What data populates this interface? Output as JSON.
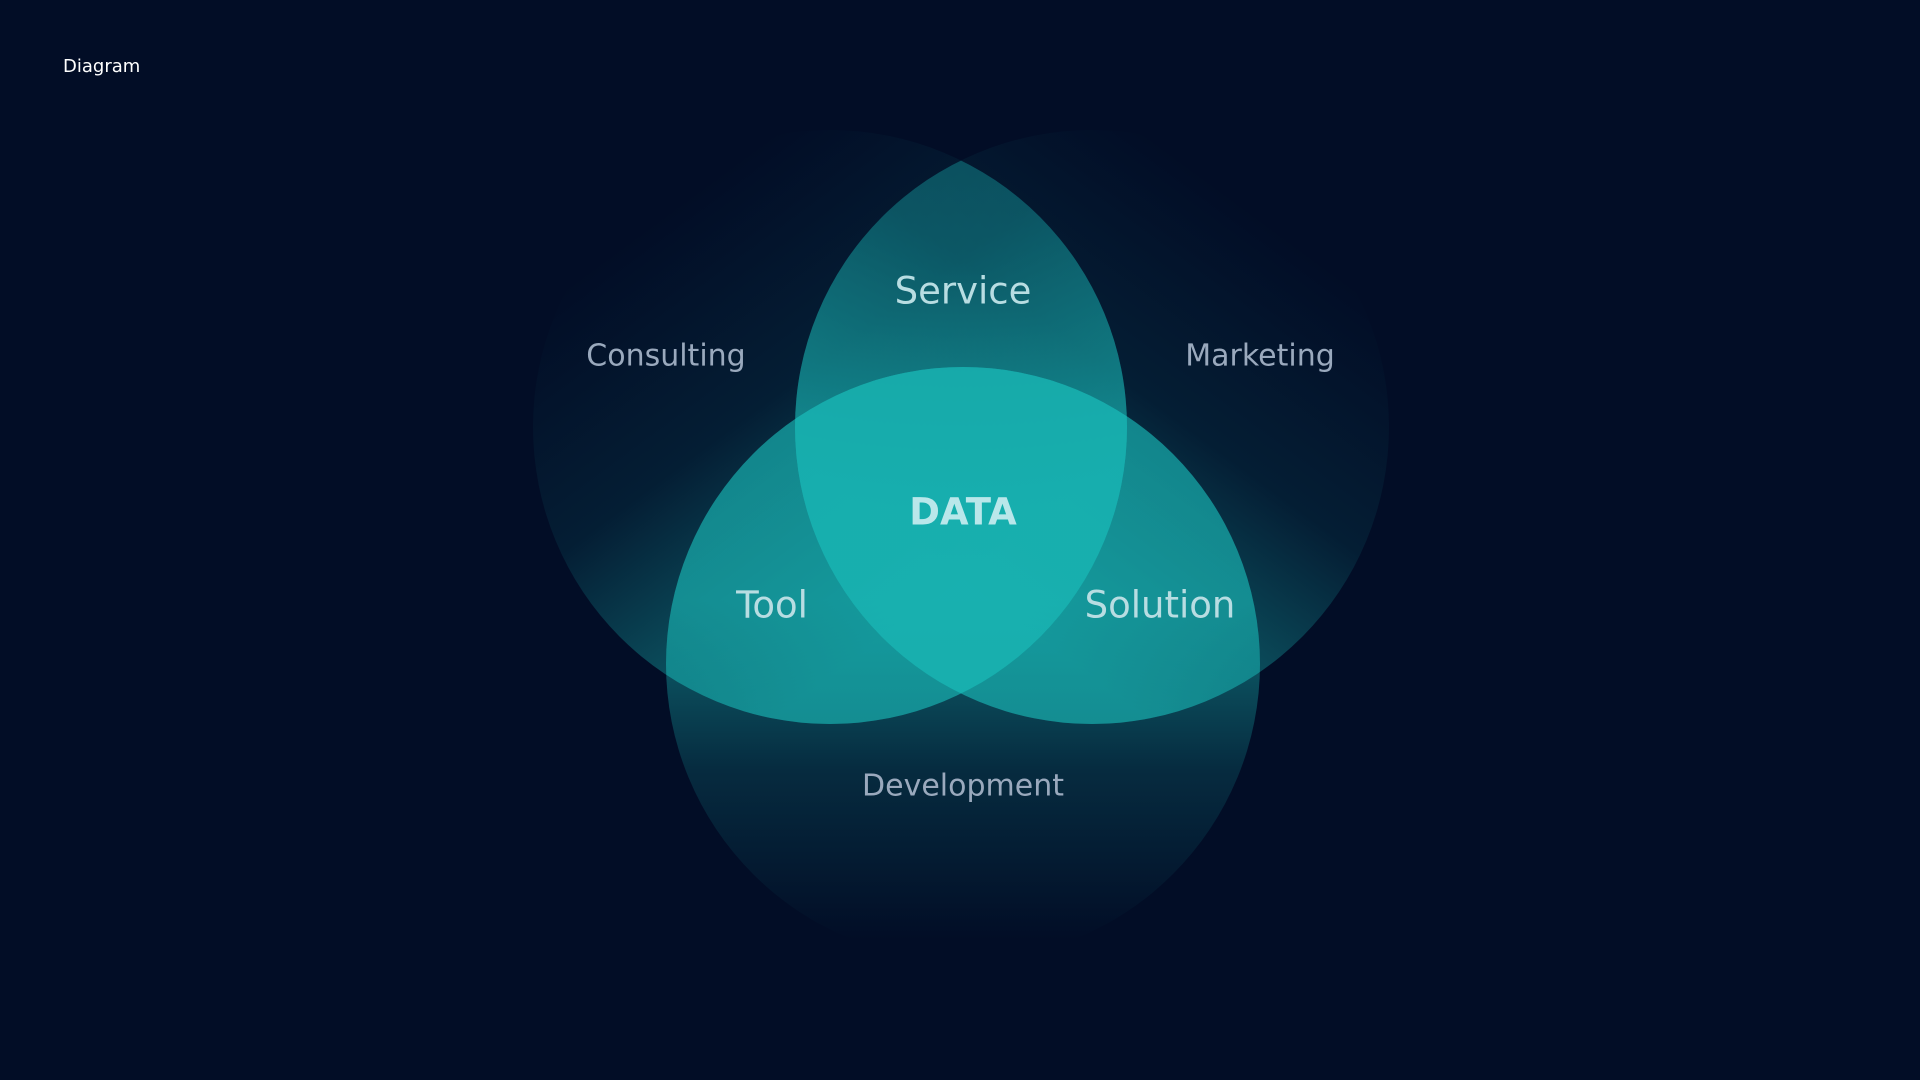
{
  "page_label": "Diagram",
  "diagram": {
    "center": "DATA",
    "outer": {
      "top_left": "Consulting",
      "top_right": "Marketing",
      "bottom": "Development"
    },
    "overlaps": {
      "top": "Service",
      "left": "Tool",
      "right": "Solution"
    },
    "colors": {
      "background": "#020d26",
      "accent": "#19b5b3",
      "outer_text": "#9aa9bd",
      "overlap_text": "#b8dde2"
    }
  }
}
